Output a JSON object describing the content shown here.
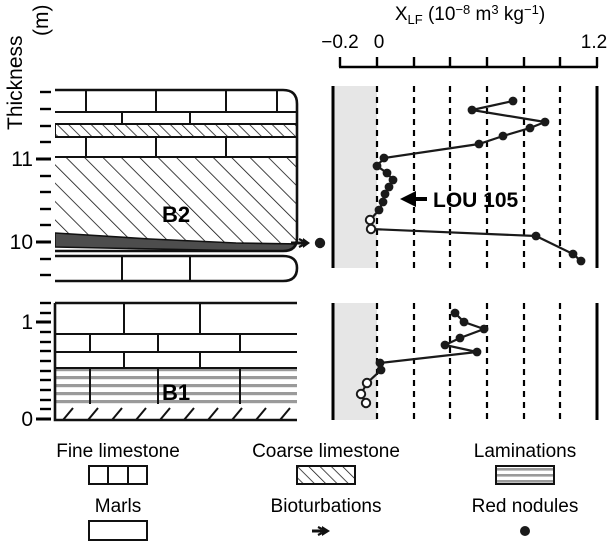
{
  "axes": {
    "y_label_line1": "Thickness",
    "y_label_line2": "(m)",
    "x_label_main": "X",
    "x_label_sub": "LF",
    "x_label_unit_open": " (10",
    "x_label_unit_exp1": "−8",
    "x_label_unit_m": " m",
    "x_label_unit_m_exp": "3",
    "x_label_unit_kg": " kg",
    "x_label_unit_kg_exp": "−1",
    "x_label_unit_close": ")",
    "x_label_full": "X_LF (10−8 m3 kg−1)",
    "x_ticks": [
      -0.2,
      0,
      0.2,
      0.4,
      0.6,
      0.8,
      1.0,
      1.2
    ],
    "x_tick_labels_shown": [
      "−0.2",
      "0",
      "1.2"
    ],
    "x_min": -0.2,
    "x_max": 1.2,
    "upper_y_ticks_major": [
      11,
      10
    ],
    "upper_y_labels": [
      "11",
      "10"
    ],
    "lower_y_ticks_major": [
      1,
      0
    ],
    "lower_y_labels": [
      "1",
      "0"
    ],
    "upper_y_range": [
      9.75,
      11.55
    ],
    "lower_y_range": [
      0.0,
      1.25
    ]
  },
  "annotation": {
    "label": "LOU 105",
    "arrow": "left-arrow"
  },
  "lithology": {
    "upper_unit_label": "B2",
    "lower_unit_label": "B1",
    "upper_symbols": [
      "bioturbation",
      "red-nodule"
    ]
  },
  "legend": {
    "items": [
      {
        "label": "Fine limestone",
        "symbol": "fine-limestone-swatch"
      },
      {
        "label": "Coarse limestone",
        "symbol": "coarse-limestone-swatch"
      },
      {
        "label": "Laminations",
        "symbol": "laminations-swatch"
      },
      {
        "label": "Marls",
        "symbol": "marls-swatch"
      },
      {
        "label": "Bioturbations",
        "symbol": "bioturbation-symbol"
      },
      {
        "label": "Red nodules",
        "symbol": "red-nodule-symbol"
      }
    ]
  },
  "colors": {
    "line": "#1a1a1a",
    "marker": "#1a1a1a",
    "shaded_band": "#e6e6e6",
    "dark_bed": "#4d4d4d",
    "lamination": "#9a9a9a",
    "frame": "#000000"
  },
  "chart_data": {
    "type": "line",
    "title": "",
    "xlabel": "X_LF (10−8 m3 kg−1)",
    "ylabel": "Thickness (m)",
    "xlim": [
      -0.2,
      1.2
    ],
    "grid": "vertical dashed gridlines at each x tick",
    "legend_position": "below plot",
    "orientation": "x = magnetic susceptibility, y = stratigraphic thickness (m)",
    "series": [
      {
        "name": "LOU 105 upper segment (B2 interval)",
        "ylim": [
          9.75,
          11.55
        ],
        "points": [
          {
            "x": 0.74,
            "y": 11.47
          },
          {
            "x": 0.52,
            "y": 11.37
          },
          {
            "x": 0.92,
            "y": 11.24
          },
          {
            "x": 0.84,
            "y": 11.18
          },
          {
            "x": 0.69,
            "y": 11.1
          },
          {
            "x": 0.56,
            "y": 11.02
          },
          {
            "x": 0.04,
            "y": 10.87
          },
          {
            "x": 0.005,
            "y": 10.79
          },
          {
            "x": 0.055,
            "y": 10.71
          },
          {
            "x": 0.085,
            "y": 10.63
          },
          {
            "x": 0.065,
            "y": 10.56
          },
          {
            "x": 0.045,
            "y": 10.48
          },
          {
            "x": 0.035,
            "y": 10.4
          },
          {
            "x": 0.015,
            "y": 10.31
          },
          {
            "x": -0.035,
            "y": 10.2
          },
          {
            "x": -0.03,
            "y": 10.1
          },
          {
            "x": 0.86,
            "y": 10.02
          },
          {
            "x": 1.06,
            "y": 9.93
          },
          {
            "x": 1.1,
            "y": 9.86
          }
        ],
        "open_markers": [
          {
            "x": -0.035,
            "y": 10.2
          },
          {
            "x": -0.03,
            "y": 10.1
          }
        ]
      },
      {
        "name": "LOU 105 lower segment (B1 interval)",
        "ylim": [
          0.0,
          1.25
        ],
        "points": [
          {
            "x": 0.42,
            "y": 1.06
          },
          {
            "x": 0.47,
            "y": 0.98
          },
          {
            "x": 0.58,
            "y": 0.92
          },
          {
            "x": 0.44,
            "y": 0.84
          },
          {
            "x": 0.36,
            "y": 0.77
          },
          {
            "x": 0.54,
            "y": 0.69
          },
          {
            "x": 0.015,
            "y": 0.6
          },
          {
            "x": 0.02,
            "y": 0.53
          },
          {
            "x": -0.055,
            "y": 0.41
          },
          {
            "x": -0.09,
            "y": 0.31
          },
          {
            "x": -0.065,
            "y": 0.22
          }
        ],
        "open_markers": [
          {
            "x": -0.055,
            "y": 0.41
          },
          {
            "x": -0.09,
            "y": 0.31
          },
          {
            "x": -0.065,
            "y": 0.22
          }
        ]
      }
    ],
    "shaded_region": {
      "from": -0.2,
      "to": 0.0,
      "meaning": "negative susceptibility band"
    }
  }
}
